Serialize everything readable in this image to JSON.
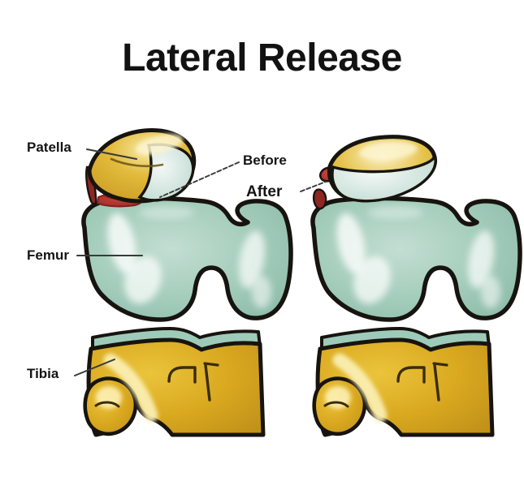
{
  "title": "Lateral Release",
  "labels": {
    "patella": "Patella",
    "femur": "Femur",
    "tibia": "Tibia",
    "before": "Before",
    "after": "After"
  },
  "colors": {
    "background": "#ffffff",
    "title_text": "#121212",
    "label_text": "#141414",
    "outline": "#17140f",
    "patella_bone": "#d9a92a",
    "patella_bone_light": "#f0da86",
    "patella_cartilage": "#cfe3dd",
    "femur_bone": "#9ecbb9",
    "femur_highlight": "#ffffff",
    "tibia_bone": "#d9a81f",
    "tibia_highlight": "#f6e7a8",
    "tibia_cartilage": "#9ecbb9",
    "retinaculum_red": "#b5342e",
    "leader_line": "#3a3a3a"
  },
  "diagram": {
    "type": "medical-illustration",
    "subject": "knee-joint-axial-view",
    "panels": [
      {
        "id": "before",
        "caption": "Before",
        "retinaculum": "intact-tight",
        "patella_tilt": "tilted-laterally"
      },
      {
        "id": "after",
        "caption": "After",
        "retinaculum": "released-remnant",
        "patella_tilt": "centered-flat"
      }
    ],
    "anatomy": [
      "Patella",
      "Femur",
      "Tibia"
    ]
  }
}
